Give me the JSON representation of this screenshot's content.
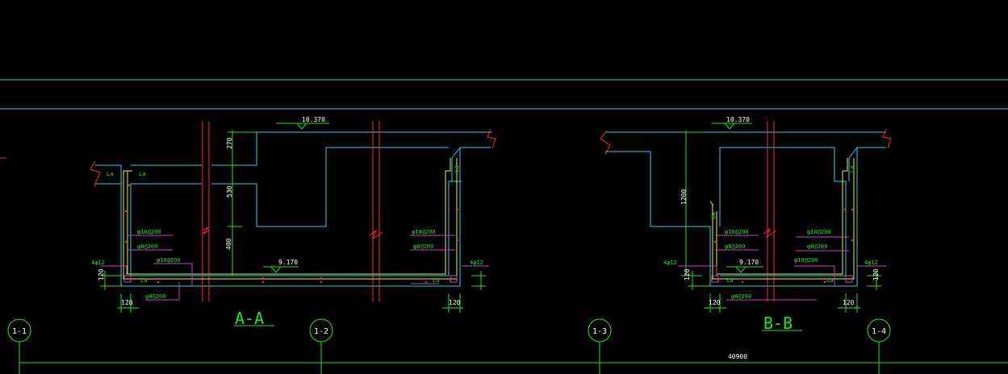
{
  "colors": {
    "background": "#000000",
    "cyan": "#22d3ee",
    "green": "#22e61e",
    "red": "#ff2a2a",
    "magenta": "#d23cd2",
    "yellow": "#f5f52a",
    "white": "#ffffff"
  },
  "sections": {
    "aa": {
      "title": "A-A",
      "top_level": "10.370",
      "bottom_level": "9.170",
      "dims": {
        "top": "270",
        "middle": "530",
        "lower": "400",
        "left_bottom": "120",
        "left_width": "120",
        "right_width": "120"
      },
      "rebar": {
        "left_upper": "φ10@200",
        "left_mid": "φ8@200",
        "left_lower": "φ10@200",
        "left_corner": "4φ12",
        "bottom": "φ8@200",
        "right_upper": "φ10@200",
        "right_mid": "φ8@200",
        "right_corner": "4φ12"
      },
      "lap_labels": {
        "left_a": "La",
        "left_b": "La",
        "left_c": "La",
        "right_a": "La",
        "right_b": "La"
      }
    },
    "bb": {
      "title": "B-B",
      "top_level": "10.370",
      "bottom_level": "9.170",
      "dims": {
        "height": "1200",
        "left_bottom": "120",
        "left_width": "120",
        "right_width": "120",
        "right_bottom": "120"
      },
      "rebar": {
        "left_upper": "φ10@200",
        "left_mid": "φ8@200",
        "left_corner": "4φ12",
        "left_lower": "φ10@200",
        "bottom": "φ8@200",
        "right_upper": "φ10@200",
        "right_mid": "φ8@200",
        "right_corner": "4φ12"
      },
      "lap_labels": {
        "left_a": "La",
        "left_b": "La",
        "right_a": "La",
        "right_b": "La"
      }
    }
  },
  "axes": {
    "a1": "1-1",
    "a2": "1-2",
    "a3": "1-3",
    "a4": "1-4"
  },
  "overall_dim": "40900"
}
